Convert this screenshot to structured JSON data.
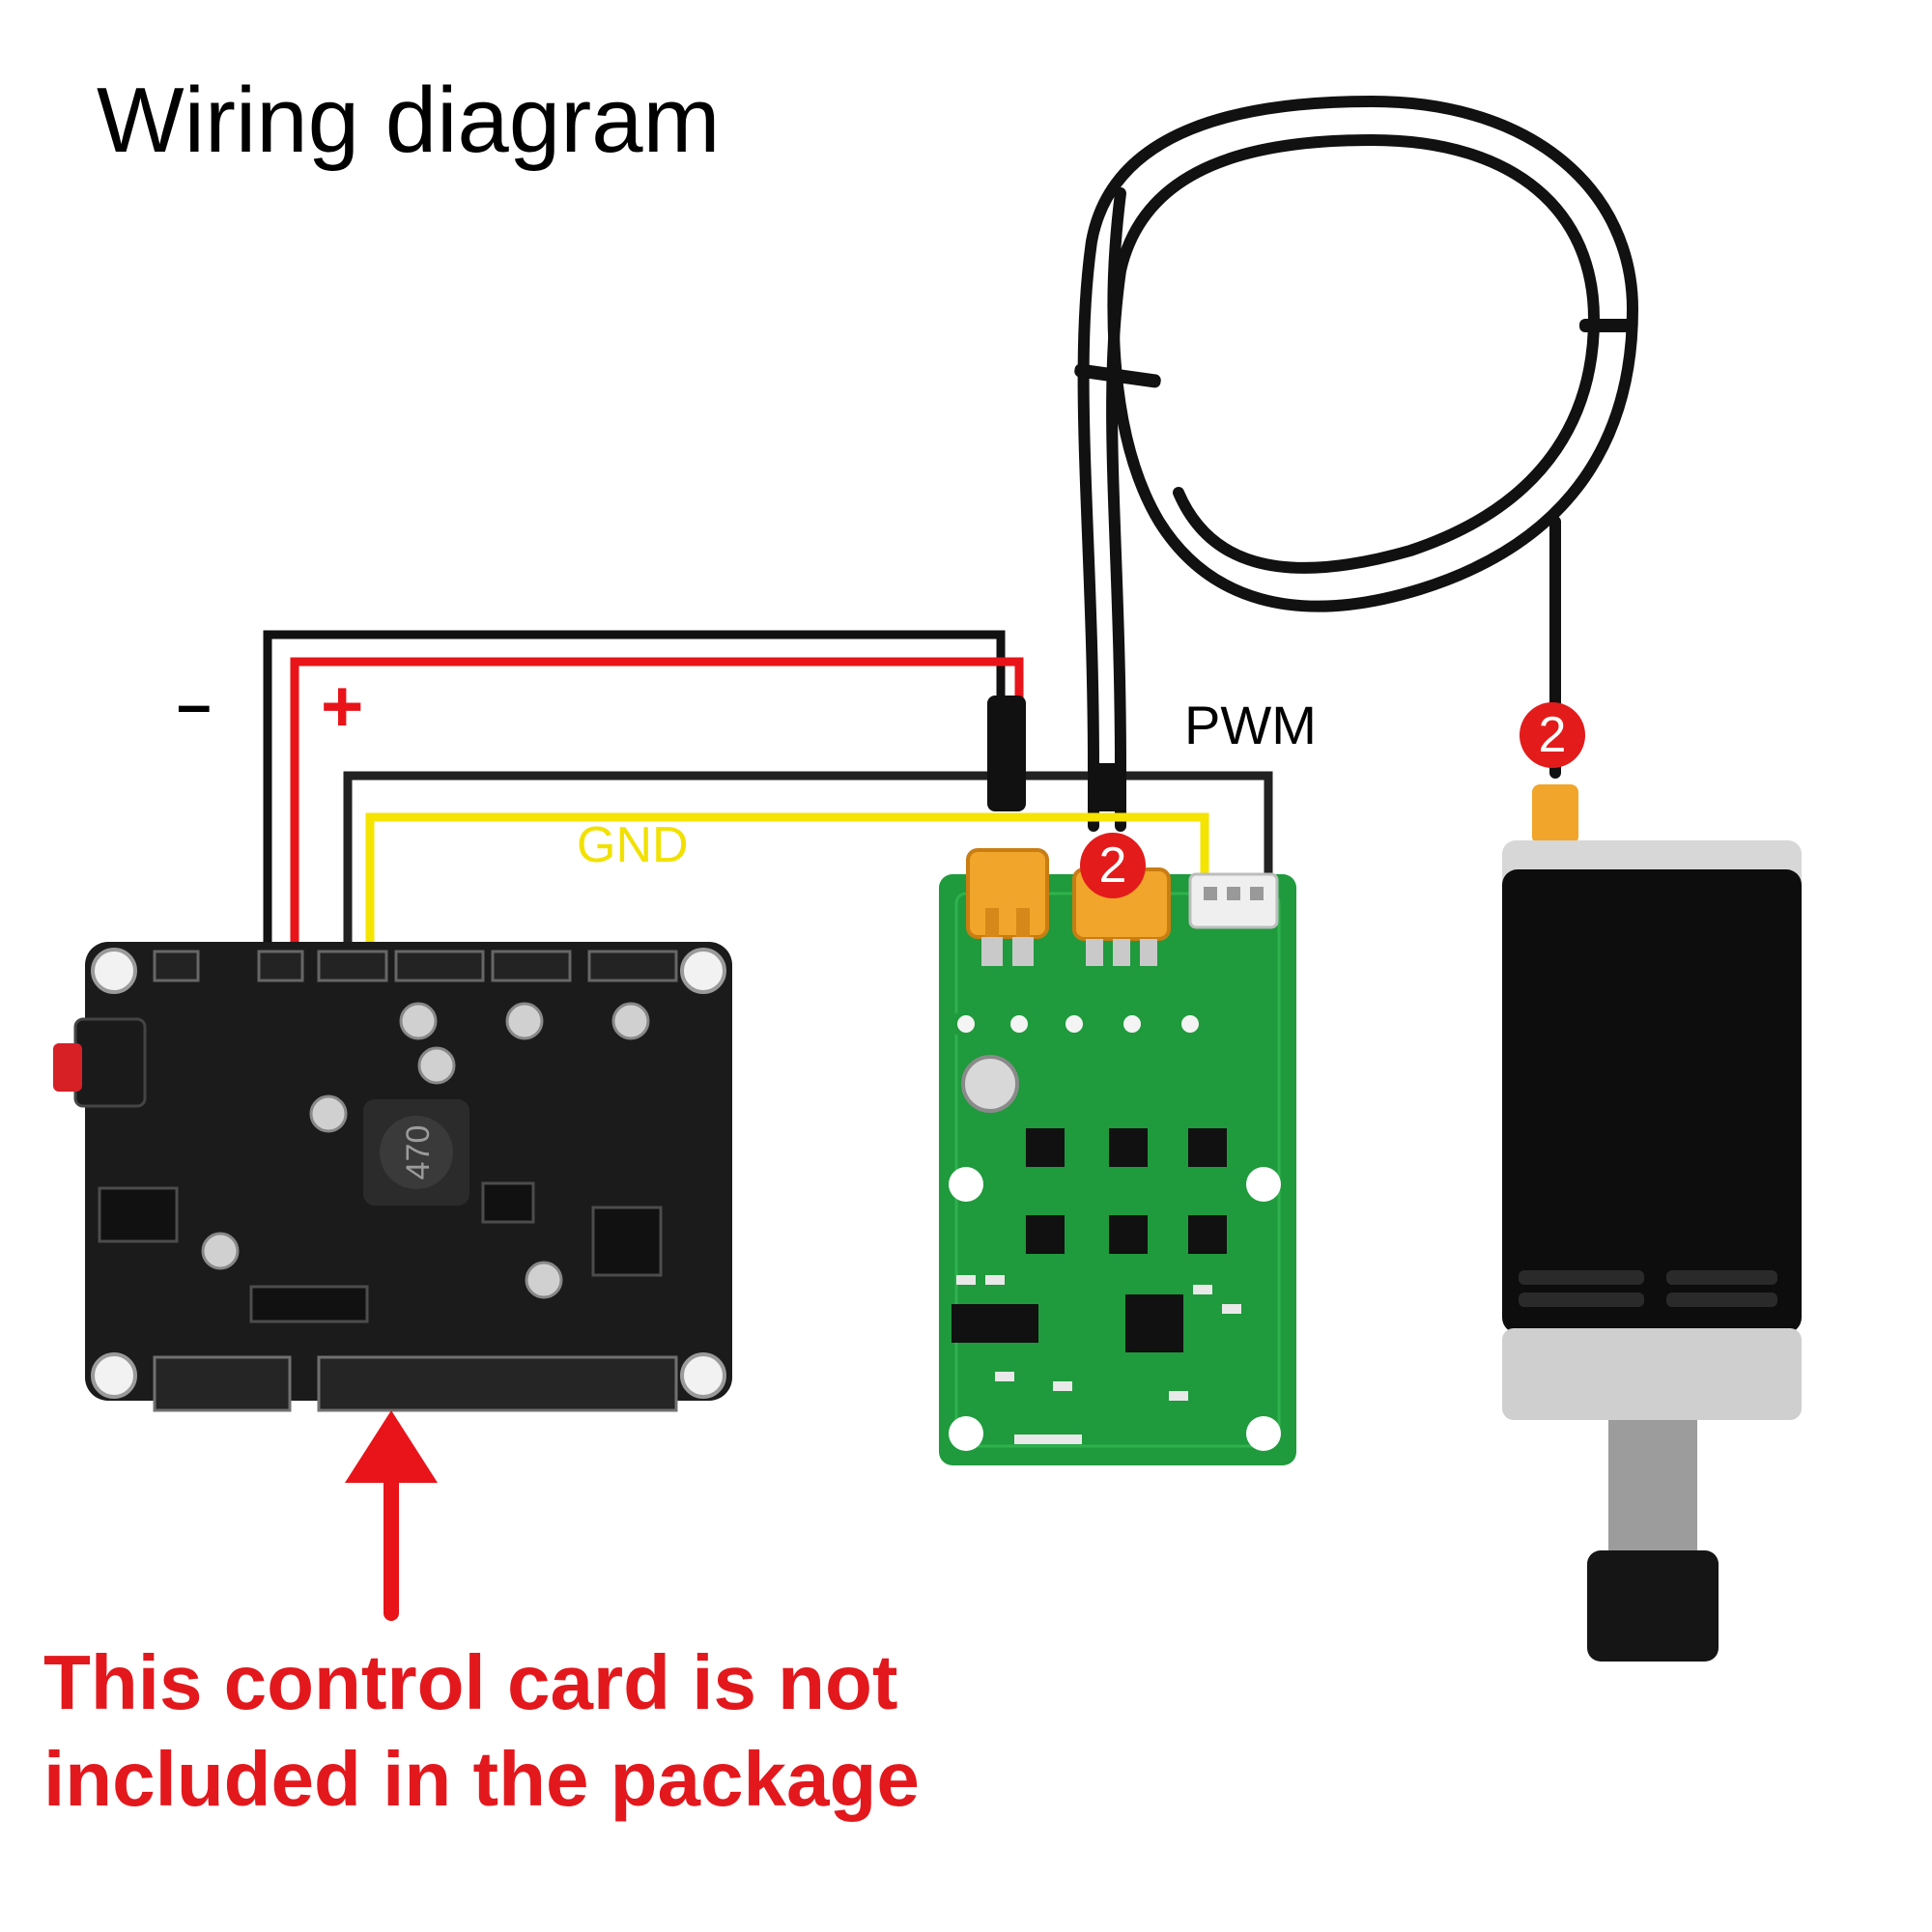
{
  "title": "Wiring diagram",
  "labels": {
    "minus": "–",
    "plus": "+",
    "pwm": "PWM",
    "gnd": "GND"
  },
  "badges": {
    "driver_connector": "2",
    "motor_connector": "2"
  },
  "note": {
    "line1": "This control card is not",
    "line2": "included in the package"
  },
  "board": {
    "inductor_marking": "470"
  },
  "colors": {
    "negative_wire": "#111111",
    "positive_wire": "#e8141a",
    "pwm_wire": "#222222",
    "gnd_wire": "#f4e400",
    "note_text": "#e3181d",
    "badge": "#e31b1b",
    "driver_pcb": "#1f9a3c",
    "control_pcb": "#1b1b1b",
    "connector": "#f1a52a"
  },
  "icons": {
    "arrow": "red-up-arrow-icon",
    "badge": "numbered-circle-icon"
  }
}
